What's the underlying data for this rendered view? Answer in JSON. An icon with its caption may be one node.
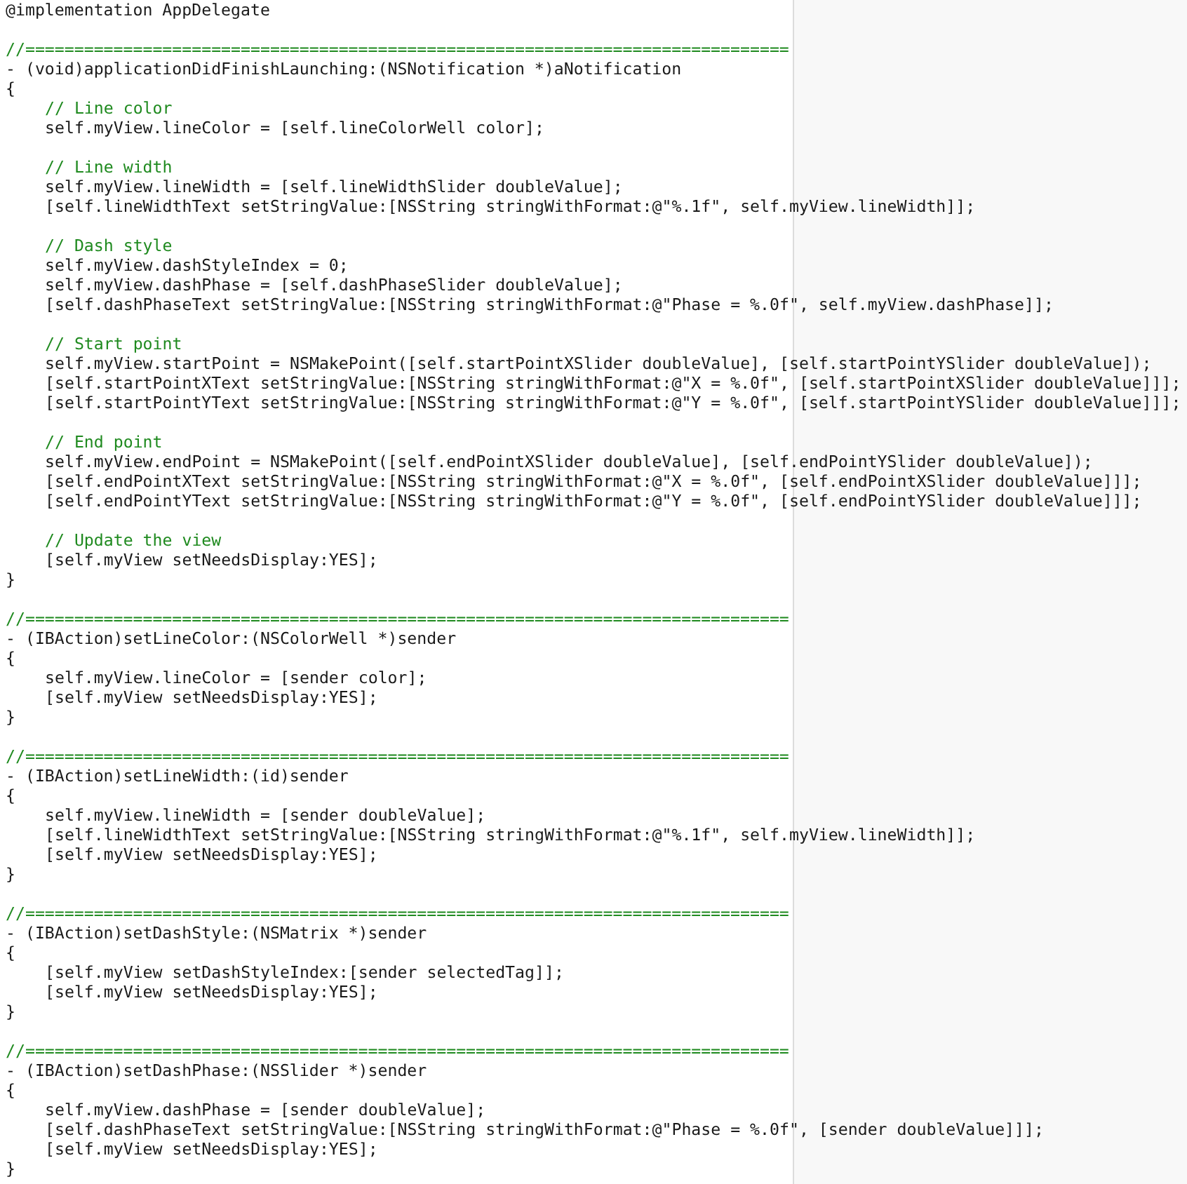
{
  "diagram": {
    "labels": [
      "@implementation AppDelegate",
      "//==============================================================================",
      "- (void)applicationDidFinishLaunching:(NSNotification *)aNotification",
      "{",
      "// Line color",
      "self.myView.lineColor = [self.lineColorWell color];",
      "// Line width",
      "self.myView.lineWidth = [self.lineWidthSlider doubleValue];",
      "[self.lineWidthText setStringValue:[NSString stringWithFormat:@\"%.1f\", self.myView.lineWidth]];",
      "// Dash style",
      "self.myView.dashStyleIndex = 0;",
      "self.myView.dashPhase = [self.dashPhaseSlider doubleValue];",
      "[self.dashPhaseText setStringValue:[NSString stringWithFormat:@\"Phase = %.0f\", self.myView.dashPhase]];",
      "// Start point",
      "self.myView.startPoint = NSMakePoint([self.startPointXSlider doubleValue], [self.startPointYSlider doubleValue]);",
      "[self.startPointXText setStringValue:[NSString stringWithFormat:@\"X = %.0f\", [self.startPointXSlider doubleValue]]];",
      "[self.startPointYText setStringValue:[NSString stringWithFormat:@\"Y = %.0f\", [self.startPointYSlider doubleValue]]];",
      "// End point",
      "self.myView.endPoint = NSMakePoint([self.endPointXSlider doubleValue], [self.endPointYSlider doubleValue]);",
      "[self.endPointXText setStringValue:[NSString stringWithFormat:@\"X = %.0f\", [self.endPointXSlider doubleValue]]];",
      "[self.endPointYText setStringValue:[NSString stringWithFormat:@\"Y = %.0f\", [self.endPointYSlider doubleValue]]];",
      "// Update the view",
      "[self.myView setNeedsDisplay:YES];",
      "}",
      "//==============================================================================",
      "- (IBAction)setLineColor:(NSColorWell *)sender",
      "{",
      "self.myView.lineColor = [sender color];",
      "[self.myView setNeedsDisplay:YES];",
      "}",
      "//==============================================================================",
      "- (IBAction)setLineWidth:(id)sender",
      "{",
      "self.myView.lineWidth = [sender doubleValue];",
      "[self.lineWidthText setStringValue:[NSString stringWithFormat:@\"%.1f\", self.myView.lineWidth]];",
      "[self.myView setNeedsDisplay:YES];",
      "}",
      "//==============================================================================",
      "- (IBAction)setDashStyle:(NSMatrix *)sender",
      "{",
      "[self.myView setDashStyleIndex:[sender selectedTag]];",
      "[self.myView setNeedsDisplay:YES];",
      "}",
      "//==============================================================================",
      "- (IBAction)setDashPhase:(NSSlider *)sender",
      "{",
      "self.myView.dashPhase = [sender doubleValue];",
      "[self.dashPhaseText setStringValue:[NSString stringWithFormat:@\"Phase = %.0f\", [sender doubleValue]]];",
      "[self.myView setNeedsDisplay:YES];",
      "}"
    ]
  }
}
